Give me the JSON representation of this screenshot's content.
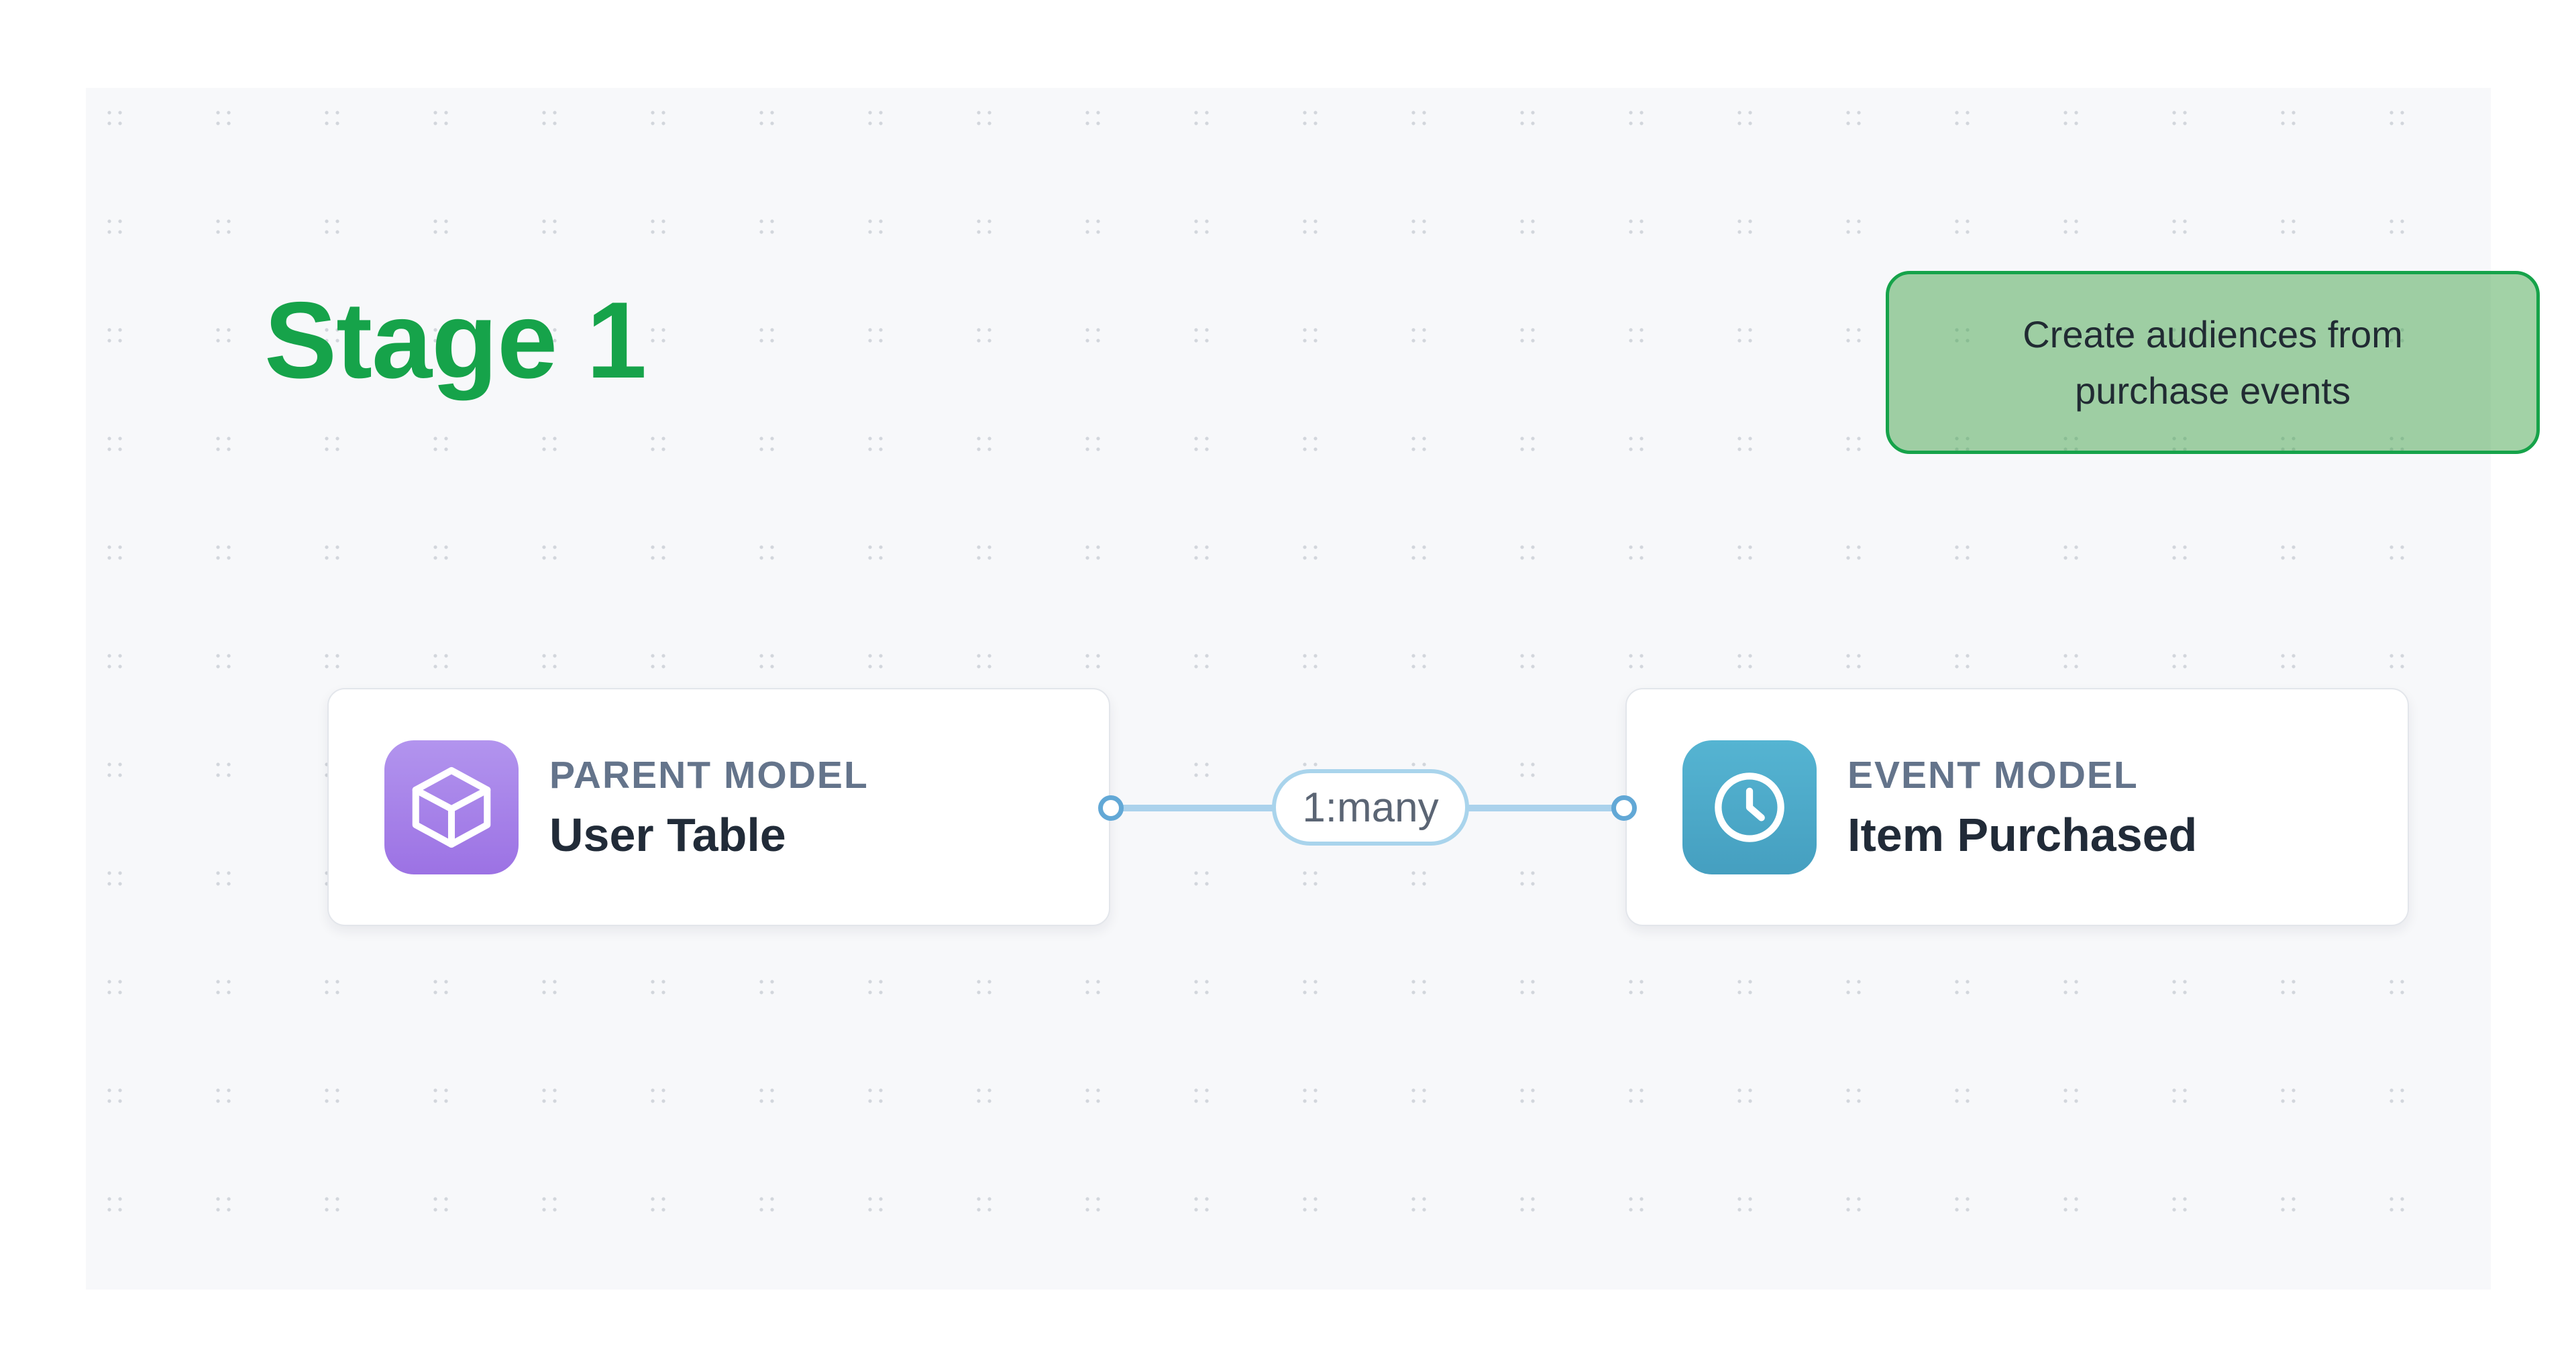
{
  "stage": {
    "title": "Stage 1",
    "title_color": "#16a34a"
  },
  "annotation": {
    "line1": "Create audiences from",
    "line2": "purchase events",
    "border_color": "#16a34a",
    "fill_color": "rgba(60,160,70,0.48)",
    "text_color": "#212b33"
  },
  "nodes": [
    {
      "type_label": "PARENT MODEL",
      "title": "User Table",
      "icon": "cube-icon",
      "icon_gradient_top": "#b294ee",
      "icon_gradient_bottom": "#9c72e4"
    },
    {
      "type_label": "EVENT MODEL",
      "title": "Item Purchased",
      "icon": "clock-icon",
      "icon_gradient_top": "#55b4d2",
      "icon_gradient_bottom": "#459fc0"
    }
  ],
  "edge": {
    "label": "1:many",
    "line_color": "#abd2ec",
    "endpoint_ring_color": "#62a8d6",
    "pill_border_color": "#a9d4ec",
    "pill_text_color": "#5b6574"
  },
  "canvas": {
    "background": "#f7f8fa",
    "dot_color": "#d2d6dc",
    "page_background": "#ffffff"
  }
}
